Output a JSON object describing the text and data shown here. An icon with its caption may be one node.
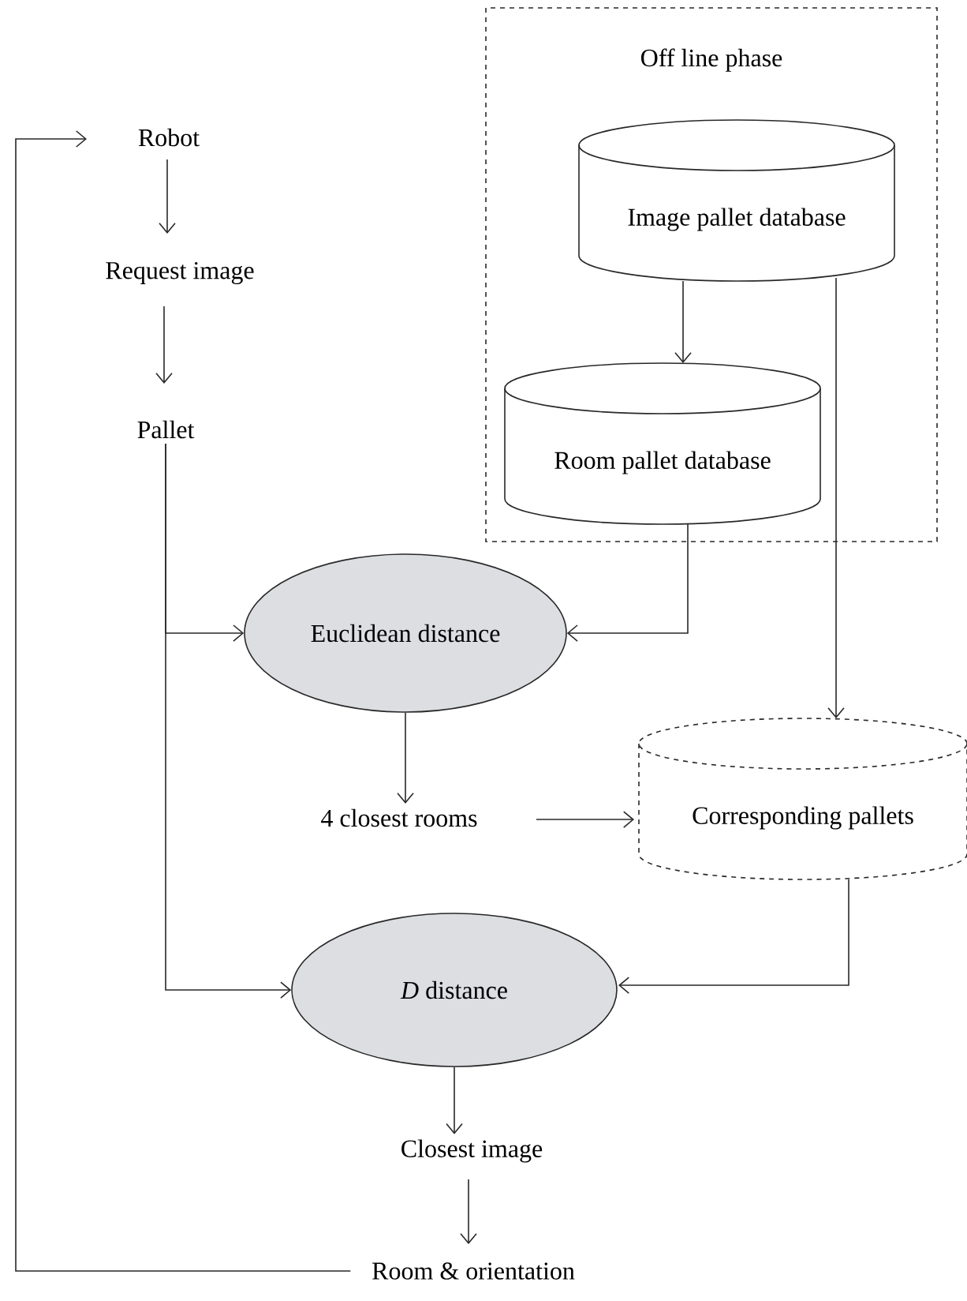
{
  "diagram": {
    "nodes": [
      {
        "text": [
          "Off line phase"
        ]
      },
      {
        "text": [
          "Image pallet database"
        ],
        "in": 0
      },
      {
        "text": [
          "Room pallet database"
        ],
        "in": 0
      },
      {
        "text": [
          "Robot"
        ]
      },
      {
        "text": [
          "Request image"
        ]
      },
      {
        "text": [
          "Pallet"
        ]
      },
      {
        "text": [
          "Euclidean distance"
        ]
      },
      {
        "text": [
          "4 closest rooms"
        ]
      },
      {
        "text": [
          "Corresponding pallets"
        ]
      },
      {
        "text": [
          "*D* distance"
        ]
      },
      {
        "text": [
          "Closest image"
        ]
      },
      {
        "text": [
          "Room & orientation"
        ]
      }
    ],
    "edges": [
      {
        "from": 3,
        "to": 4,
        "arrow": "to"
      },
      {
        "from": 4,
        "to": 5,
        "arrow": "to"
      },
      {
        "from": 5,
        "to": 6,
        "arrow": "to"
      },
      {
        "from": 5,
        "to": 9,
        "arrow": "to"
      },
      {
        "from": 1,
        "to": 2,
        "arrow": "to"
      },
      {
        "from": 2,
        "to": 6,
        "arrow": "to"
      },
      {
        "from": 1,
        "to": 8,
        "arrow": "to"
      },
      {
        "from": 6,
        "to": 7,
        "arrow": "to"
      },
      {
        "from": 7,
        "to": 8,
        "arrow": "to"
      },
      {
        "from": 8,
        "to": 9,
        "arrow": "to"
      },
      {
        "from": 9,
        "to": 10,
        "arrow": "to"
      },
      {
        "from": 10,
        "to": 11,
        "arrow": "to"
      },
      {
        "from": 11,
        "to": 3,
        "arrow": "to"
      }
    ]
  }
}
